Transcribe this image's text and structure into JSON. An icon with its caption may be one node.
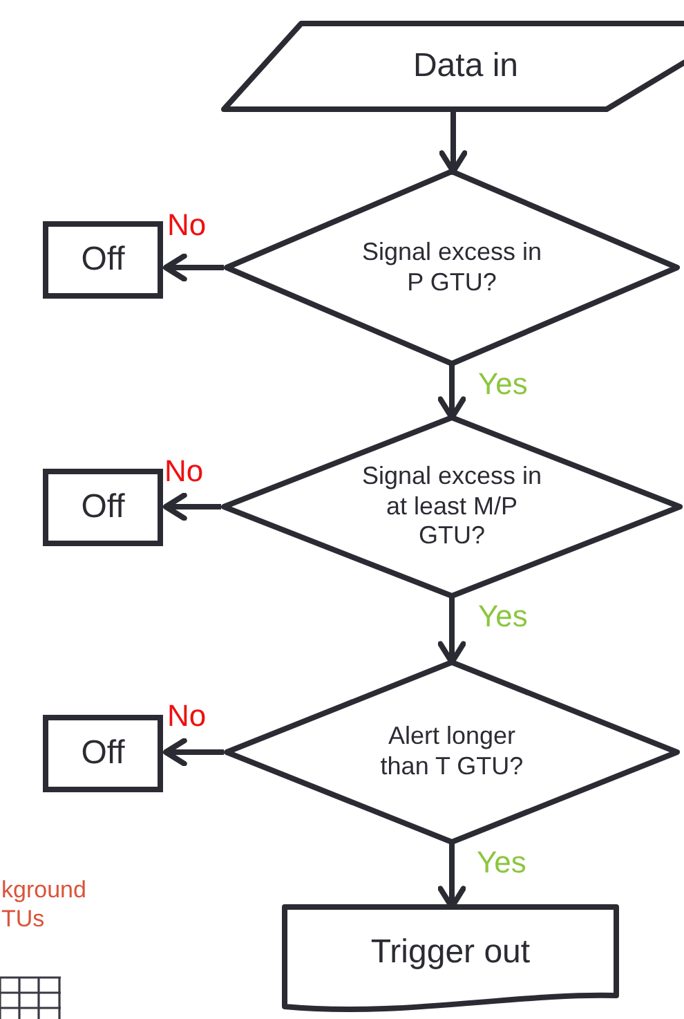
{
  "diagram": {
    "nodes": [
      {
        "text": [
          "Data in"
        ]
      },
      {
        "text": [
          "Signal excess in P GTU?"
        ]
      },
      {
        "text": [
          "Off"
        ]
      },
      {
        "text": [
          "Signal excess in at least M/P GTU?"
        ]
      },
      {
        "text": [
          "Off"
        ]
      },
      {
        "text": [
          "Alert longer than T GTU?"
        ]
      },
      {
        "text": [
          "Off"
        ]
      },
      {
        "text": [
          "Trigger out"
        ]
      }
    ],
    "edges": [
      {
        "from": 0,
        "to": 1,
        "arrow": "to"
      },
      {
        "from": 1,
        "to": 2,
        "arrow": "to",
        "label": "No"
      },
      {
        "from": 1,
        "to": 3,
        "arrow": "to",
        "label": "Yes"
      },
      {
        "from": 3,
        "to": 4,
        "arrow": "to",
        "label": "No"
      },
      {
        "from": 3,
        "to": 5,
        "arrow": "to",
        "label": "Yes"
      },
      {
        "from": 5,
        "to": 6,
        "arrow": "to",
        "label": "No"
      },
      {
        "from": 5,
        "to": 7,
        "arrow": "to",
        "label": "Yes"
      }
    ],
    "labels": [
      "kground TUs"
    ]
  }
}
